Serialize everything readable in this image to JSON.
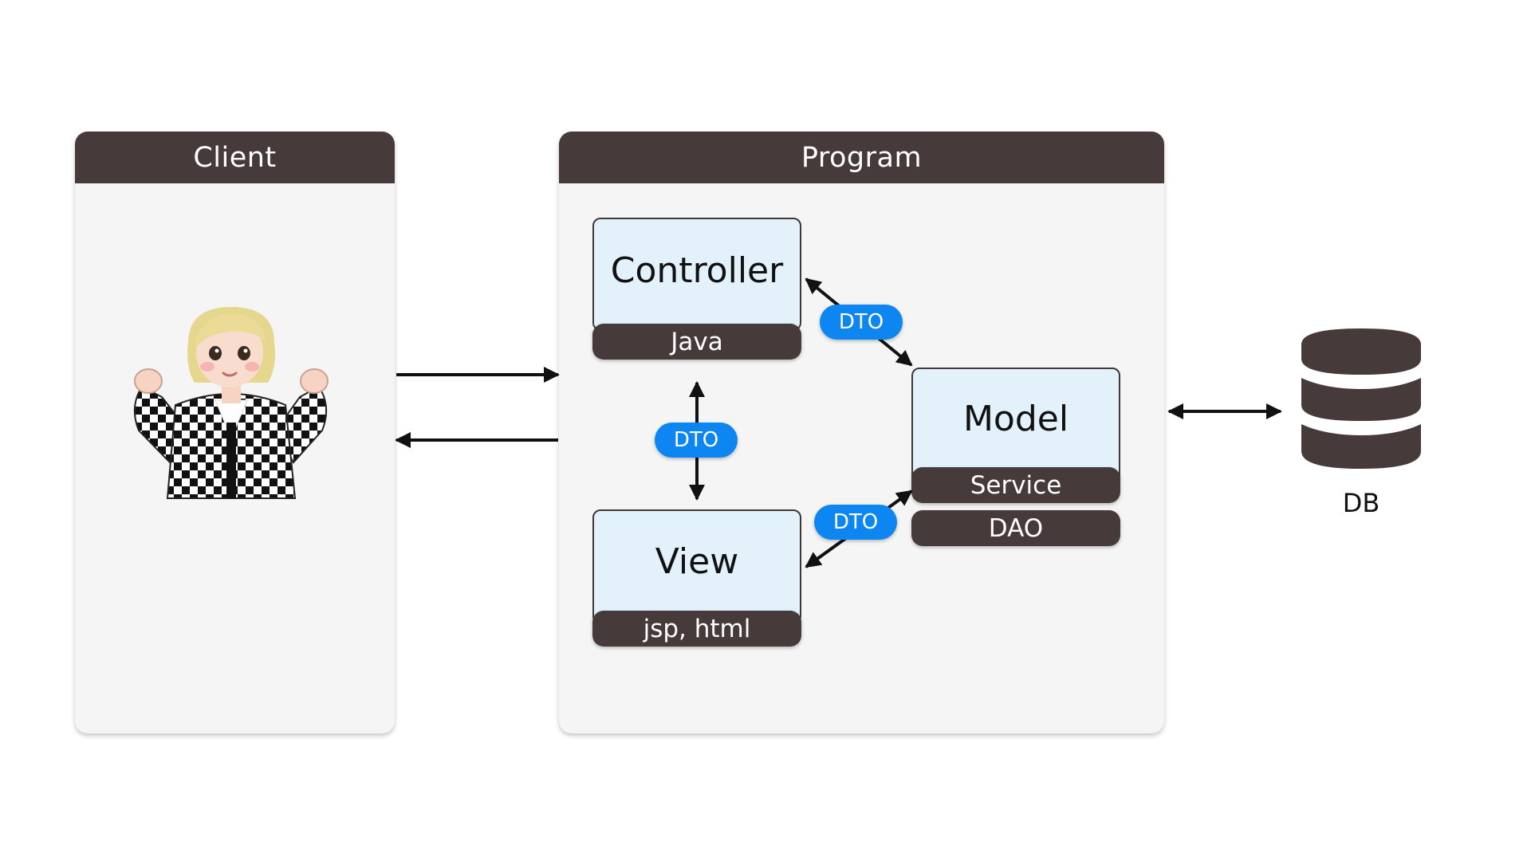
{
  "client": {
    "title": "Client"
  },
  "program": {
    "title": "Program"
  },
  "controller": {
    "title": "Controller",
    "tech": "Java"
  },
  "view": {
    "title": "View",
    "tech": "jsp, html"
  },
  "model": {
    "title": "Model",
    "service": "Service",
    "dao": "DAO"
  },
  "dto": {
    "top": "DTO",
    "middle": "DTO",
    "bottom": "DTO"
  },
  "db": {
    "label": "DB",
    "icon": "database-icon"
  },
  "avatar": {
    "icon": "user-avatar-icon"
  },
  "colors": {
    "header": "#473a3a",
    "panel": "#f5f5f5",
    "component": "#e3f1fb",
    "dto": "#0d86f2",
    "arrow": "#111111"
  }
}
